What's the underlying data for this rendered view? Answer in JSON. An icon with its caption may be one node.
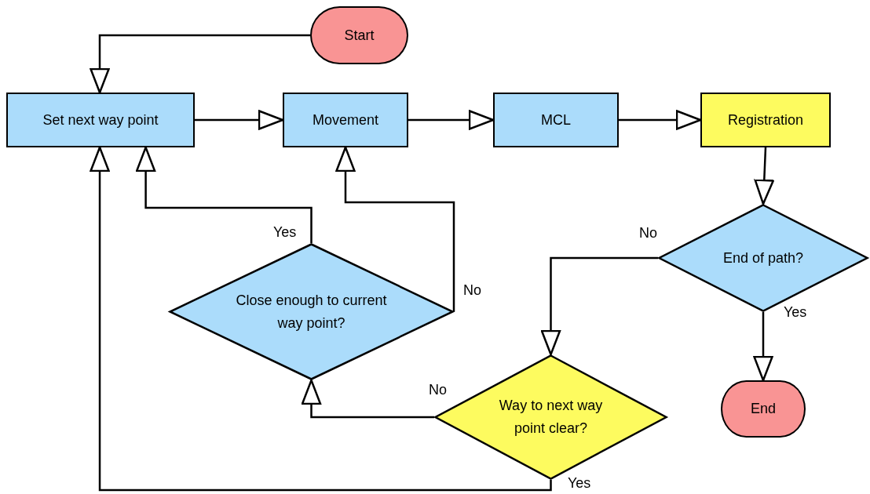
{
  "diagram": {
    "nodes": [
      {
        "text": [
          "Start"
        ]
      },
      {
        "text": [
          "Set next way point"
        ]
      },
      {
        "text": [
          "Movement"
        ]
      },
      {
        "text": [
          "MCL"
        ]
      },
      {
        "text": [
          "Registration"
        ]
      },
      {
        "text": [
          "End of path?"
        ]
      },
      {
        "text": [
          "End"
        ]
      },
      {
        "text": [
          "Close enough to current way point?"
        ]
      },
      {
        "text": [
          "Way to next way point clear?"
        ]
      }
    ],
    "edges": [
      {
        "from": 0,
        "to": 1,
        "arrow": "to"
      },
      {
        "from": 1,
        "to": 2,
        "arrow": "to"
      },
      {
        "from": 2,
        "to": 3,
        "arrow": "to"
      },
      {
        "from": 3,
        "to": 4,
        "arrow": "to"
      },
      {
        "from": 4,
        "to": 5,
        "arrow": "to"
      },
      {
        "from": 5,
        "to": 8,
        "arrow": "to",
        "label": "No"
      },
      {
        "from": 5,
        "to": 6,
        "arrow": "to",
        "label": "Yes"
      },
      {
        "from": 7,
        "to": 1,
        "arrow": "to",
        "label": "Yes"
      },
      {
        "from": 7,
        "to": 2,
        "arrow": "to",
        "label": "No"
      },
      {
        "from": 8,
        "to": 7,
        "arrow": "to",
        "label": "No"
      },
      {
        "from": 8,
        "to": 1,
        "arrow": "to",
        "label": "Yes"
      }
    ]
  }
}
